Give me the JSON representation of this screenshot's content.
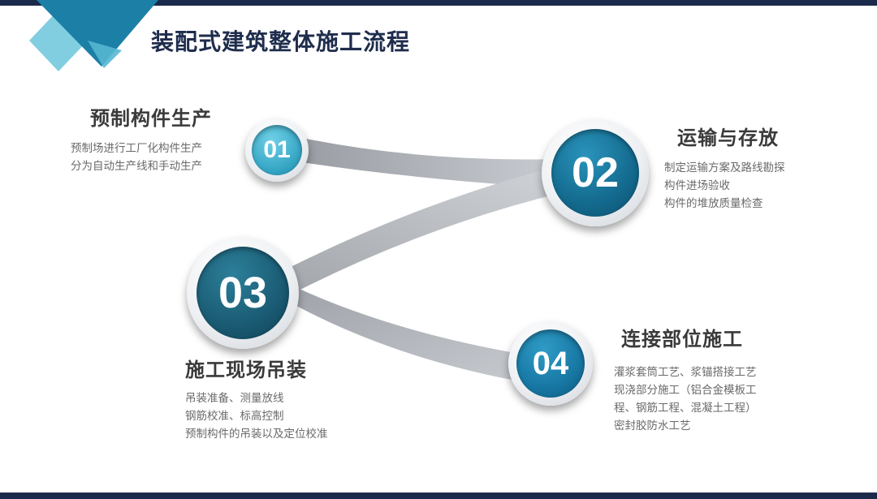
{
  "title": "装配式建筑整体施工流程",
  "colors": {
    "dark_navy": "#1b2a4a",
    "step1_blue": "#3aa9c8",
    "step2_blue": "#136a8e",
    "step3_teal": "#1a5b73",
    "step4_blue": "#1777a3",
    "accent_cyan": "#5bc2d9"
  },
  "steps": [
    {
      "number": "01",
      "heading": "预制构件生产",
      "lines": [
        "预制场进行工厂化构件生产",
        "分为自动生产线和手动生产"
      ]
    },
    {
      "number": "02",
      "heading": "运输与存放",
      "lines": [
        "制定运输方案及路线勘探",
        "构件进场验收",
        "构件的堆放质量检查"
      ]
    },
    {
      "number": "03",
      "heading": "施工现场吊装",
      "lines": [
        "吊装准备、测量放线",
        "钢筋校准、标高控制",
        "预制构件的吊装以及定位校准"
      ]
    },
    {
      "number": "04",
      "heading": "连接部位施工",
      "lines": [
        "灌浆套筒工艺、浆锚搭接工艺",
        "现浇部分施工（铝合金模板工",
        "程、钢筋工程、混凝土工程）",
        "密封胶防水工艺"
      ]
    }
  ]
}
